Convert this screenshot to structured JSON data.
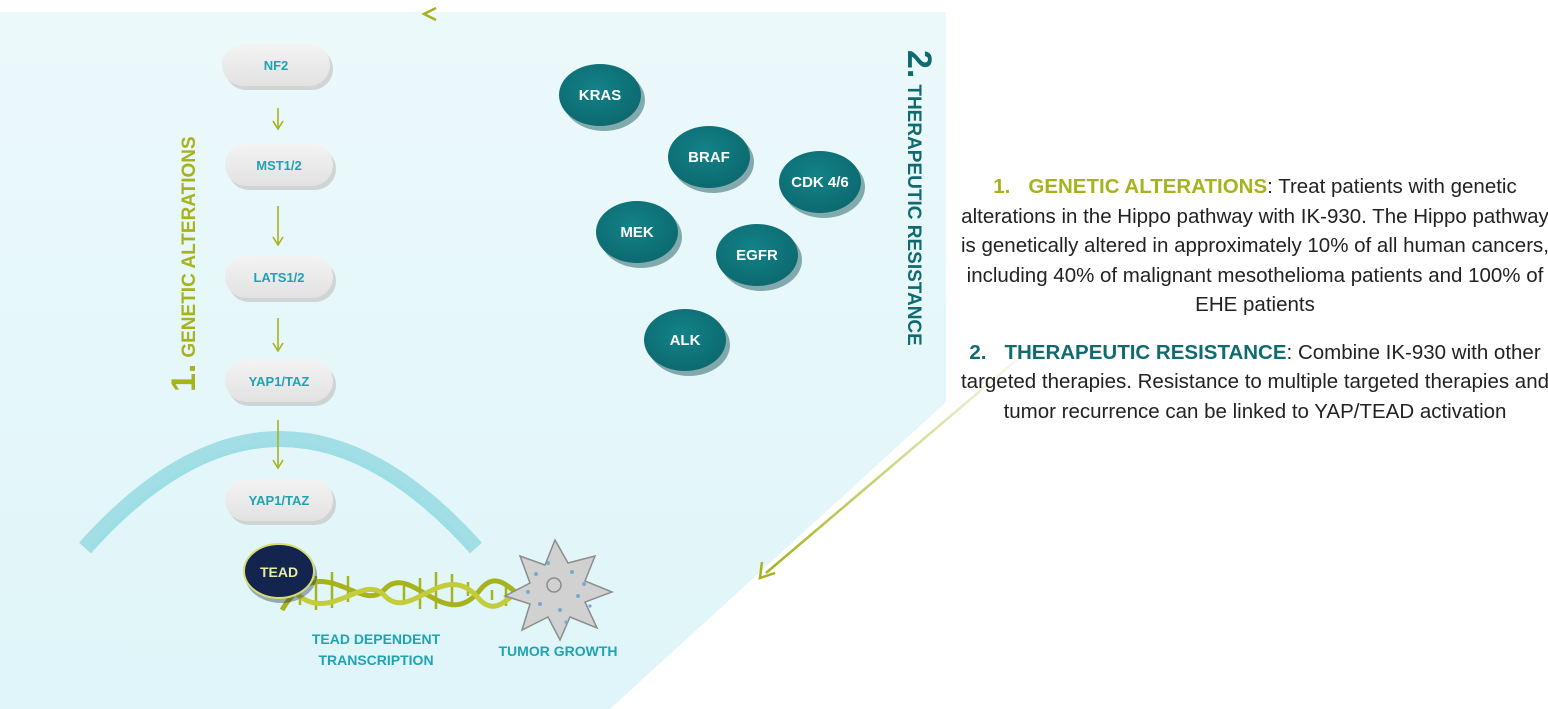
{
  "pathway": {
    "nodes": [
      "NF2",
      "MST1/2",
      "LATS1/2",
      "YAP1/TAZ",
      "YAP1/TAZ"
    ],
    "tead": "TEAD",
    "tead_caption_line1": "TEAD DEPENDENT",
    "tead_caption_line2": "TRANSCRIPTION",
    "tumor_caption": "TUMOR GROWTH"
  },
  "targets": [
    "KRAS",
    "BRAF",
    "CDK 4/6",
    "MEK",
    "EGFR",
    "ALK"
  ],
  "labels": {
    "genetic_num": "1.",
    "genetic_text": "GENETIC ALTERATIONS",
    "therapeutic_num": "2.",
    "therapeutic_text": "THERAPEUTIC RESISTANCE"
  },
  "panel": {
    "item1_num": "1.",
    "item1_head": "GENETIC ALTERATIONS",
    "item1_body": ": Treat patients with genetic alterations in the Hippo pathway with IK-930. The Hippo pathway is genetically altered in approximately 10% of all human cancers, including 40% of malignant mesothelioma patients and 100% of EHE patients",
    "item2_num": "2.",
    "item2_head": "THERAPEUTIC RESISTANCE",
    "item2_body": ":  Combine IK-930 with other targeted therapies. Resistance to multiple targeted therapies and tumor recurrence can be linked to YAP/TEAD activation"
  },
  "colors": {
    "olive": "#a6b31d",
    "teal": "#0f6b70",
    "cyan_text": "#1fa3b3",
    "navy": "#13254f"
  }
}
